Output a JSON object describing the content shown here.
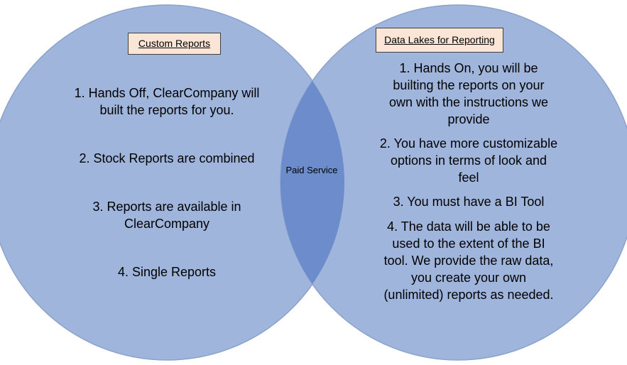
{
  "left_set": {
    "title": "Custom Reports",
    "items": [
      "1. Hands Off, ClearCompany will\nbuilt the reports for you.",
      "2. Stock Reports are combined",
      "3. Reports are available in\nClearCompany",
      "4. Single Reports"
    ]
  },
  "right_set": {
    "title": "Data Lakes for Reporting",
    "items": [
      "1. Hands On, you will be\nbuilting the reports on your\nown with the instructions we\nprovide",
      "2. You have more customizable\noptions in terms of look and\nfeel",
      "3. You must have a BI Tool",
      "4. The data will be able to be\nused to the extent of the BI\ntool.  We provide the raw data,\nyou create your own\n(unlimited) reports as needed."
    ]
  },
  "overlap": {
    "label": "Paid Service"
  },
  "colors": {
    "circle_fill": "#9fb5dc",
    "circle_stroke": "#8aa2cc",
    "overlap_fill": "#6c8ccb",
    "label_box_fill": "#fbe5d6"
  }
}
